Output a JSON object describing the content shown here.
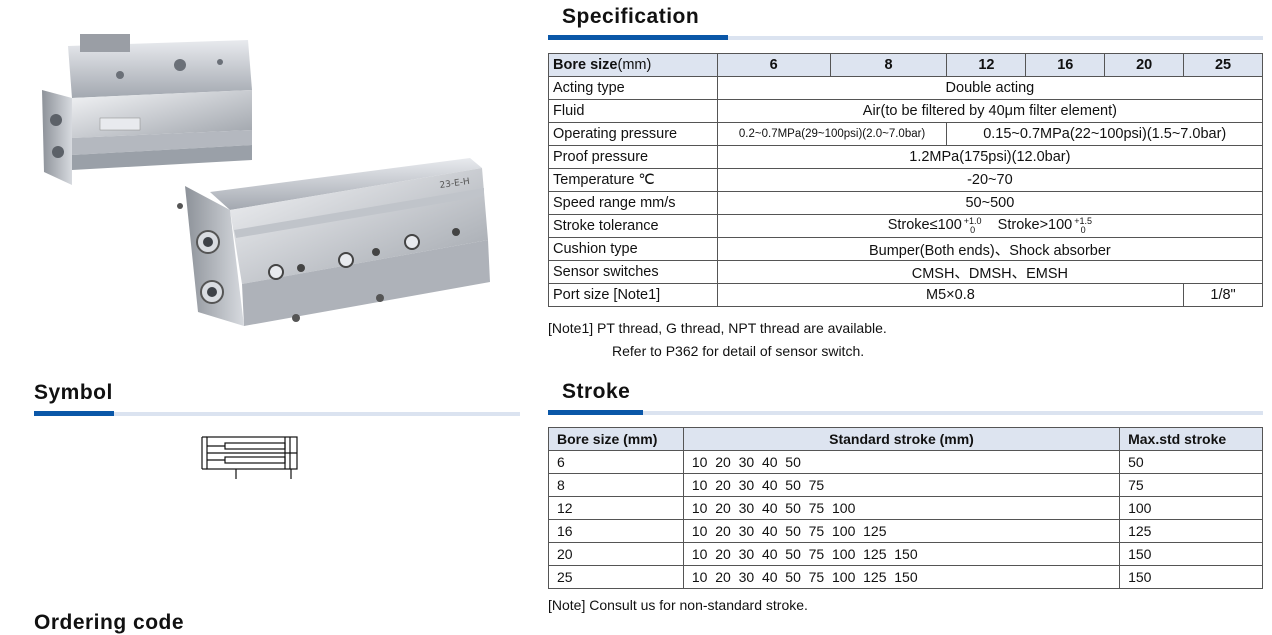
{
  "sections": {
    "specification": "Specification",
    "symbol": "Symbol",
    "stroke": "Stroke",
    "ordering": "Ordering code"
  },
  "photo": {
    "icon": "pneumatic-slide-cylinder-photo",
    "engraving": "23-E-H"
  },
  "spec_table": {
    "header": {
      "label_main": "Bore size",
      "label_unit": "(mm)",
      "bores": [
        "6",
        "8",
        "12",
        "16",
        "20",
        "25"
      ]
    },
    "rows": {
      "acting_type": {
        "label": "Acting type",
        "value": "Double acting"
      },
      "fluid": {
        "label": "Fluid",
        "value": "Air(to be filtered by 40μm filter element)"
      },
      "operating_pressure": {
        "label": "Operating pressure",
        "value_small": "0.2~0.7MPa(29~100psi)(2.0~7.0bar)",
        "value_large": "0.15~0.7MPa(22~100psi)(1.5~7.0bar)"
      },
      "proof_pressure": {
        "label": "Proof pressure",
        "value": "1.2MPa(175psi)(12.0bar)"
      },
      "temperature": {
        "label": "Temperature ℃",
        "value": "-20~70"
      },
      "speed_range": {
        "label": "Speed range  mm/s",
        "value": "50~500"
      },
      "stroke_tolerance": {
        "label": "Stroke tolerance",
        "a_text": "Stroke≤100",
        "a_upper": "+1.0",
        "a_lower": "0",
        "b_text": "Stroke>100",
        "b_upper": "+1.5",
        "b_lower": "0"
      },
      "cushion_type": {
        "label": "Cushion type",
        "value": "Bumper(Both ends)、Shock absorber"
      },
      "sensor_switches": {
        "label": "Sensor switches",
        "value": "CMSH、DMSH、EMSH"
      },
      "port_size": {
        "label": "Port size [Note1]",
        "value_small": "M5×0.8",
        "value_large": "1/8\""
      }
    }
  },
  "spec_notes": {
    "note1": "[Note1] PT thread, G thread, NPT thread are available.",
    "note2": "Refer to P362 for detail of sensor switch."
  },
  "stroke_table": {
    "headers": [
      "Bore size (mm)",
      "Standard stroke (mm)",
      "Max.std stroke"
    ],
    "rows": [
      {
        "bore": "6",
        "strokes": "10  20  30  40  50",
        "max": "50"
      },
      {
        "bore": "8",
        "strokes": "10  20  30  40  50  75",
        "max": "75"
      },
      {
        "bore": "12",
        "strokes": "10  20  30  40  50  75  100",
        "max": "100"
      },
      {
        "bore": "16",
        "strokes": "10  20  30  40  50  75  100  125",
        "max": "125"
      },
      {
        "bore": "20",
        "strokes": "10  20  30  40  50  75  100  125  150",
        "max": "150"
      },
      {
        "bore": "25",
        "strokes": "10  20  30  40  50  75  100  125  150",
        "max": "150"
      }
    ],
    "note": "[Note] Consult us for non-standard stroke."
  },
  "colors": {
    "accent_blue": "#0a57a8",
    "bar_light": "#dbe3f0",
    "header_fill": "#dde4f0"
  }
}
